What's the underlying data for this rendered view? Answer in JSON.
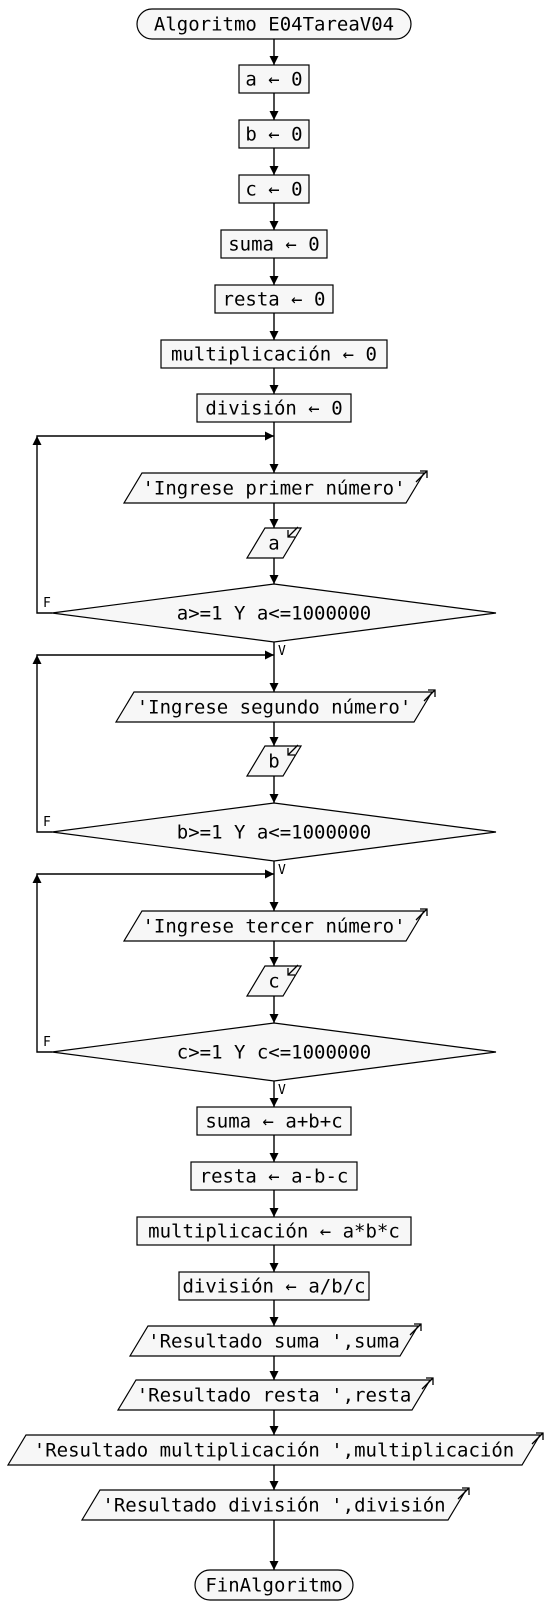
{
  "diagram": {
    "nodes": [
      {
        "id": "start",
        "kind": "terminal",
        "label": "Algoritmo E04TareaV04"
      },
      {
        "id": "init-a",
        "kind": "process",
        "label": "a ← 0"
      },
      {
        "id": "init-b",
        "kind": "process",
        "label": "b ← 0"
      },
      {
        "id": "init-c",
        "kind": "process",
        "label": "c ← 0"
      },
      {
        "id": "init-suma",
        "kind": "process",
        "label": "suma ← 0"
      },
      {
        "id": "init-resta",
        "kind": "process",
        "label": "resta ← 0"
      },
      {
        "id": "init-multiplicacion",
        "kind": "process",
        "label": "multiplicación ← 0"
      },
      {
        "id": "init-division",
        "kind": "process",
        "label": "división ← 0"
      },
      {
        "id": "prompt-a",
        "kind": "output",
        "label": "'Ingrese primer número'"
      },
      {
        "id": "read-a",
        "kind": "input",
        "label": "a"
      },
      {
        "id": "check-a",
        "kind": "decision",
        "label": "a>=1 Y a<=1000000"
      },
      {
        "id": "prompt-b",
        "kind": "output",
        "label": "'Ingrese segundo número'"
      },
      {
        "id": "read-b",
        "kind": "input",
        "label": "b"
      },
      {
        "id": "check-b",
        "kind": "decision",
        "label": "b>=1 Y a<=1000000"
      },
      {
        "id": "prompt-c",
        "kind": "output",
        "label": "'Ingrese tercer número'"
      },
      {
        "id": "read-c",
        "kind": "input",
        "label": "c"
      },
      {
        "id": "check-c",
        "kind": "decision",
        "label": "c>=1 Y c<=1000000"
      },
      {
        "id": "calc-suma",
        "kind": "process",
        "label": "suma ← a+b+c"
      },
      {
        "id": "calc-resta",
        "kind": "process",
        "label": "resta ← a-b-c"
      },
      {
        "id": "calc-multiplicacion",
        "kind": "process",
        "label": "multiplicación ← a*b*c"
      },
      {
        "id": "calc-division",
        "kind": "process",
        "label": "división ← a/b/c"
      },
      {
        "id": "show-suma",
        "kind": "output",
        "label": "'Resultado suma ',suma"
      },
      {
        "id": "show-resta",
        "kind": "output",
        "label": "'Resultado resta ',resta"
      },
      {
        "id": "show-multiplicacion",
        "kind": "output",
        "label": "'Resultado multiplicación ',multiplicación"
      },
      {
        "id": "show-division",
        "kind": "output",
        "label": "'Resultado división ',división"
      },
      {
        "id": "end",
        "kind": "terminal",
        "label": "FinAlgoritmo"
      }
    ],
    "loops": [
      {
        "from": "check-a",
        "to": "prompt-a",
        "label": "F"
      },
      {
        "from": "check-b",
        "to": "prompt-b",
        "label": "F"
      },
      {
        "from": "check-c",
        "to": "prompt-c",
        "label": "F"
      }
    ],
    "true_label": "V"
  }
}
